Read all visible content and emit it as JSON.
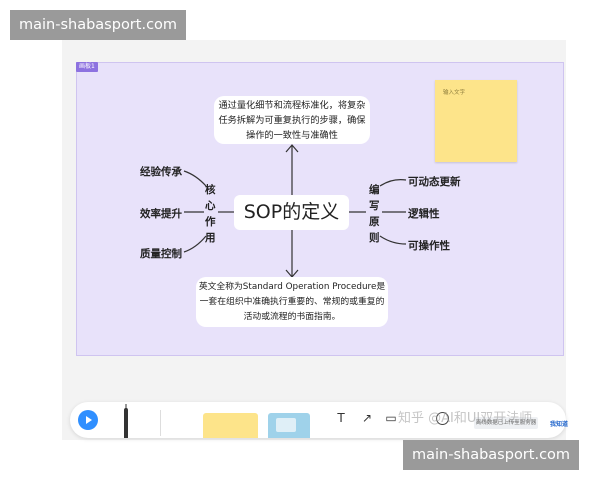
{
  "watermark": {
    "site": "main-shabasport.com",
    "zhihu": "知乎 @AI和UI双开法师"
  },
  "frame": {
    "tag": "画板1"
  },
  "mindmap": {
    "center": "SOP的定义",
    "top_text": "通过量化细节和流程标准化，将复杂任务拆解为可重复执行的步骤，确保操作的一致性与准确性",
    "bottom_text": "英文全称为Standard Operation Procedure是一套在组织中准确执行重要的、常规的或重复的活动或流程的书面指南。",
    "left_branch": [
      "核",
      "心",
      "作",
      "用"
    ],
    "left_items": [
      "经验传承",
      "效率提升",
      "质量控制"
    ],
    "right_branch": [
      "编",
      "写",
      "原",
      "则"
    ],
    "right_items": [
      "可动态更新",
      "逻辑性",
      "可操作性"
    ]
  },
  "sticky": {
    "placeholder": "输入文字"
  },
  "toolbar": {
    "text_tool": "T",
    "arrow_tool": "↗",
    "comment_tool": "▭",
    "status": "离线数据已上传至服务器",
    "ok": "我知道"
  }
}
